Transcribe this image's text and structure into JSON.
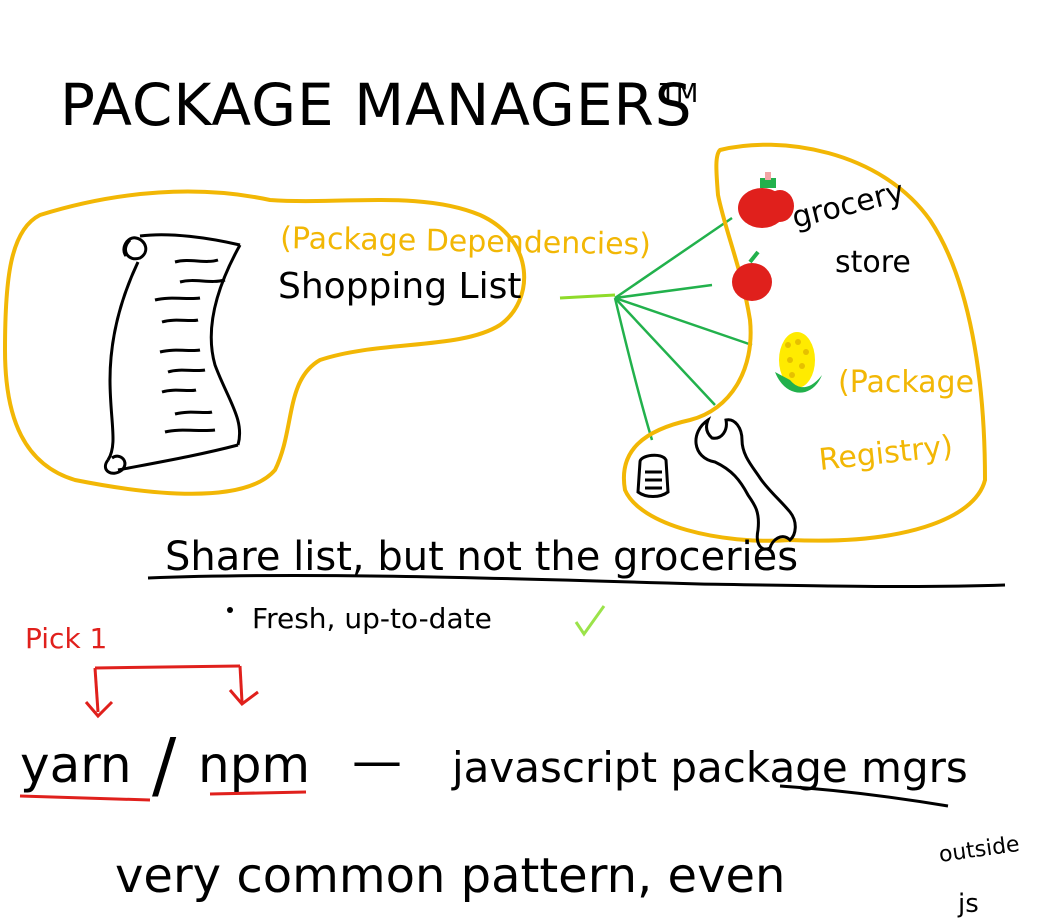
{
  "title": "PACKAGE MANAGERS",
  "trademark": "TM",
  "left_blob": {
    "label_orange": "(Package Dependencies)",
    "label_black": "Shopping List"
  },
  "right_blob": {
    "store_line1": "grocery",
    "store_line2": "store",
    "registry_line1": "(Package",
    "registry_line2": "Registry)"
  },
  "headline": "Share list, but not the groceries",
  "bullet": "Fresh, up-to-date",
  "pick_label": "Pick 1",
  "managers": {
    "yarn": "yarn",
    "slash": "/",
    "npm": "npm",
    "dash": "—",
    "description": "javascript package mgrs"
  },
  "footer": {
    "line1": "very common pattern, even",
    "aside1": "outside",
    "aside2": "js"
  },
  "colors": {
    "ink": "#000000",
    "orange": "#f2b705",
    "green": "#22b14c",
    "lime": "#8fdb2a",
    "red": "#e0201c",
    "checkmark": "#9be34a",
    "corn": "#ffeb00"
  },
  "icons": [
    "scroll-icon",
    "apple-icon",
    "corn-icon",
    "wrench-icon",
    "jar-icon",
    "checkmark-icon",
    "arrow-down-icon"
  ]
}
